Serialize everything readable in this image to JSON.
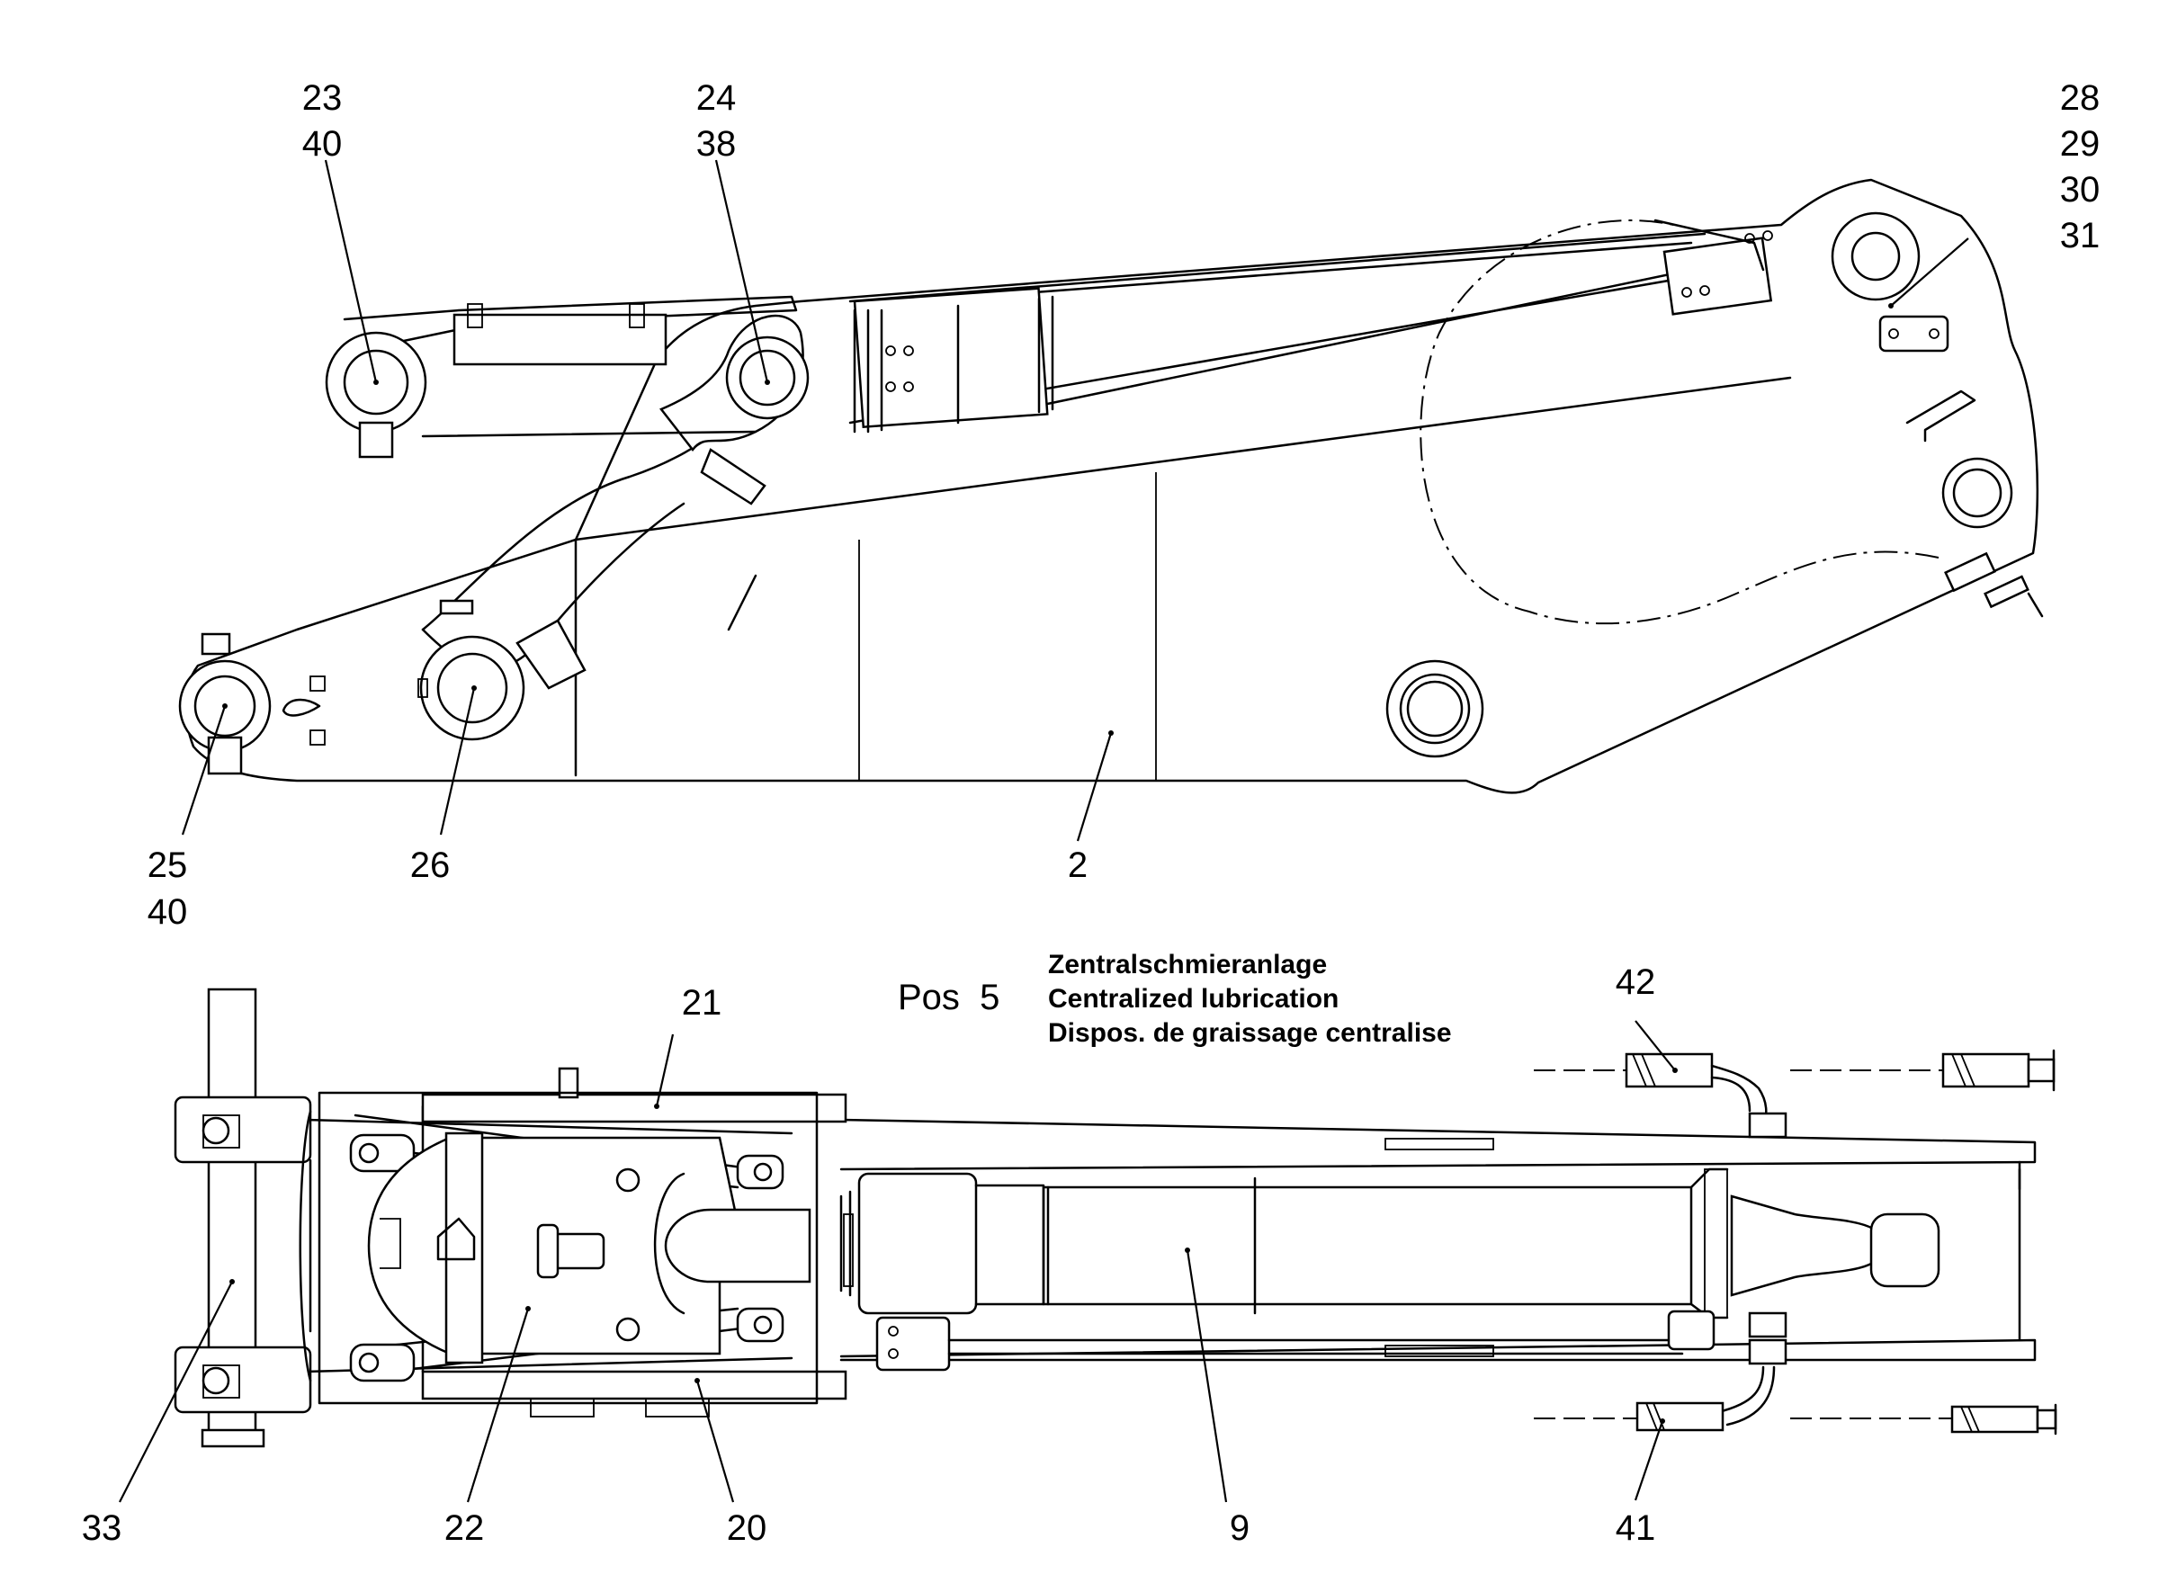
{
  "callouts_top": {
    "c1": [
      "23",
      "40"
    ],
    "c2": [
      "24",
      "38"
    ],
    "c3": [
      "28",
      "29",
      "30",
      "31"
    ],
    "c4": [
      "25",
      "40"
    ],
    "c5": "26",
    "c6": "2"
  },
  "callouts_bottom": {
    "c21": "21",
    "c42": "42",
    "c33": "33",
    "c22": "22",
    "c20": "20",
    "c9": "9",
    "c41": "41"
  },
  "legend": {
    "pos": "Pos  5",
    "lines": [
      "Zentralschmieranlage",
      "Centralized lubrication",
      "Dispos. de graissage centralise"
    ]
  }
}
